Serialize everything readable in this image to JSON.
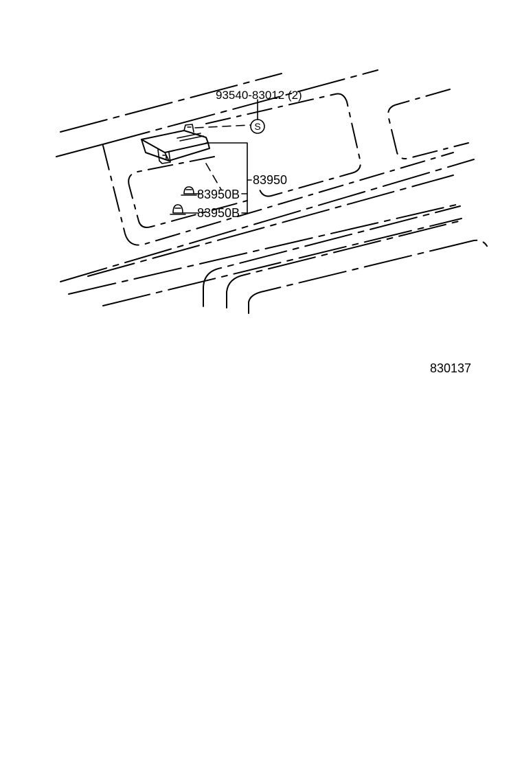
{
  "diagram": {
    "callouts": {
      "screw_part": "93540-83012 (2)",
      "screw_symbol": "S",
      "assembly_part": "83950",
      "clip_upper": "83950B",
      "clip_lower": "83950B"
    },
    "figure_id": "830137"
  }
}
